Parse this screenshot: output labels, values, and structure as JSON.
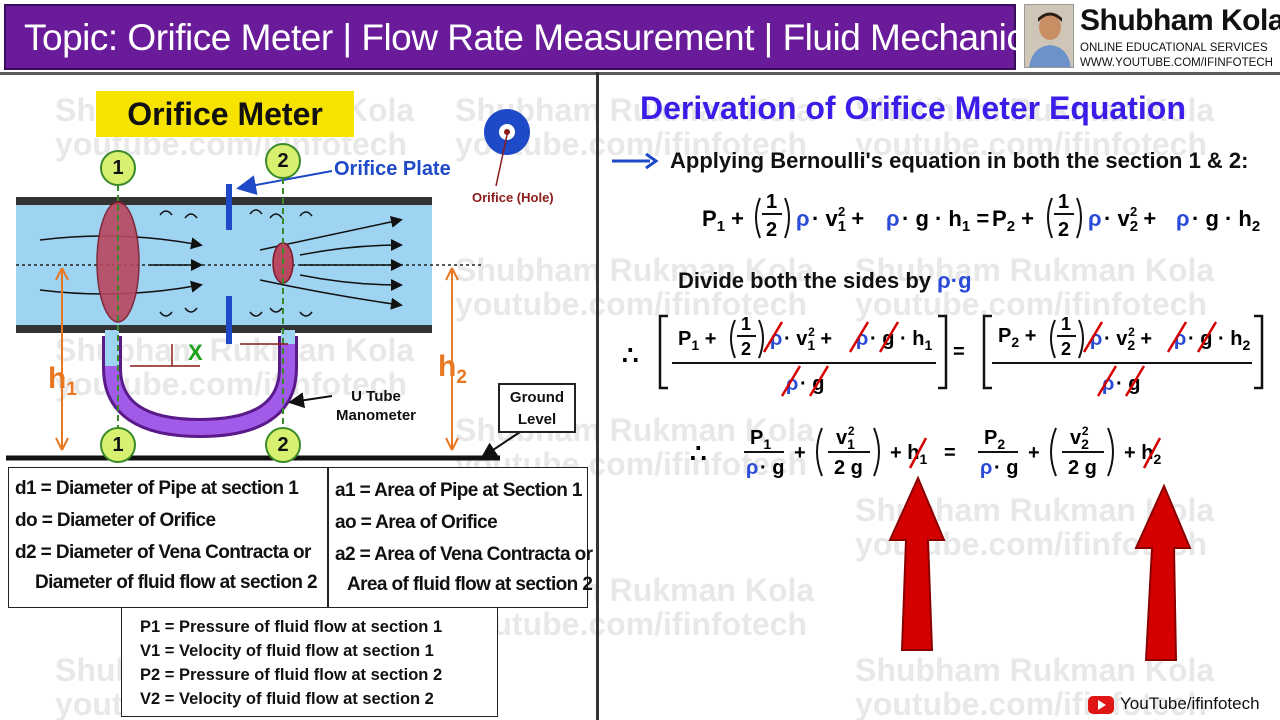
{
  "header": {
    "title": "Topic: Orifice Meter | Flow Rate Measurement | Fluid Mechanics",
    "brand_name": "Shubham Kola",
    "brand_line1": "ONLINE EDUCATIONAL SERVICES",
    "brand_line2": "WWW.YOUTUBE.COM/IFINFOTECH",
    "bar_color": "#6a1b9a"
  },
  "watermark": {
    "line1": "Shubham Rukman Kola",
    "line2": "youtube.com/ifinfotech"
  },
  "diagram": {
    "title": "Orifice Meter",
    "orifice_plate": "Orifice Plate",
    "orifice_hole": "Orifice (Hole)",
    "utube_line1": "U Tube",
    "utube_line2": "Manometer",
    "x_label": "X",
    "h1": "h1",
    "h2": "h2",
    "ground_line1": "Ground",
    "ground_line2": "Level",
    "section_1": "1",
    "section_2": "2"
  },
  "definitions": {
    "d1": "d1 = Diameter of Pipe at section 1",
    "d0": "do = Diameter of Orifice",
    "d2a": "d2 = Diameter of Vena Contracta or",
    "d2b": "Diameter of fluid flow at section 2",
    "a1": "a1 = Area of Pipe at Section 1",
    "a0": "ao = Area of Orifice",
    "a2a": "a2 = Area of Vena Contracta or",
    "a2b": "Area of fluid flow at section 2",
    "p1": "P1 = Pressure of fluid flow at section 1",
    "v1": "V1 = Velocity of fluid flow at section 1",
    "p2": "P2 = Pressure of fluid flow at section 2",
    "v2": "V2 = Velocity of fluid flow at section 2"
  },
  "derivation": {
    "title": "Derivation of Orifice Meter Equation",
    "step1": "Applying Bernoulli's equation in both the section 1 & 2:",
    "step2": "Divide both the sides by",
    "rho_g": "ρ·g"
  },
  "footer": {
    "youtube": "YouTube/ifinfotech"
  },
  "colors": {
    "pipe_water": "#9fd3f2",
    "manometer": "#8a2be2",
    "orange": "#e87722",
    "green": "#3a8a2a",
    "blue": "#1e49c7",
    "red_arrow": "#d40000"
  }
}
